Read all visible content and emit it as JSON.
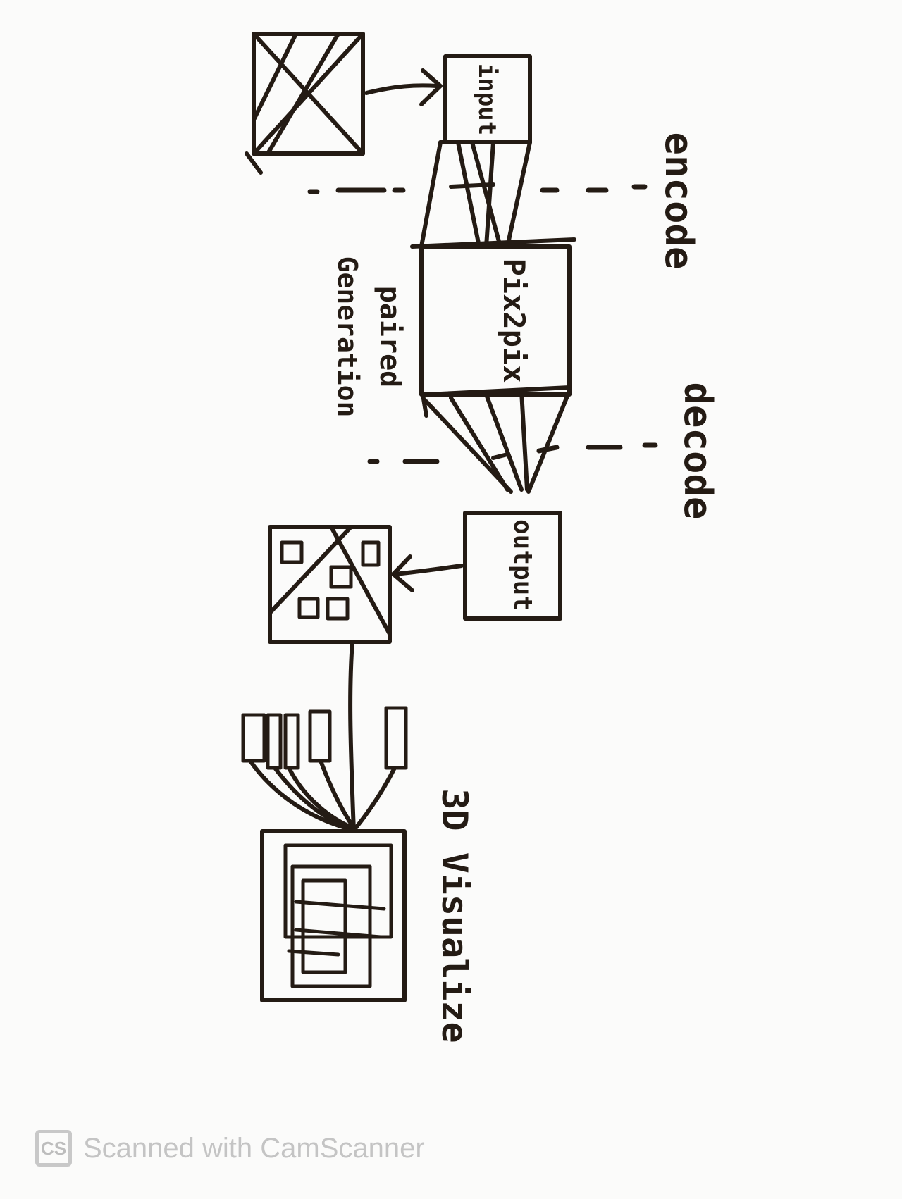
{
  "diagram": {
    "labels": {
      "input": "input",
      "pix2pix": "Pix2pix",
      "output": "output",
      "encode": "encode",
      "decode": "decode",
      "paired_line1": "paired",
      "paired_line2": "Generation",
      "visualize": "3D Visualize"
    },
    "ink_color": "#241b14"
  },
  "watermark": {
    "logo": "CS",
    "text": "Scanned with CamScanner"
  }
}
